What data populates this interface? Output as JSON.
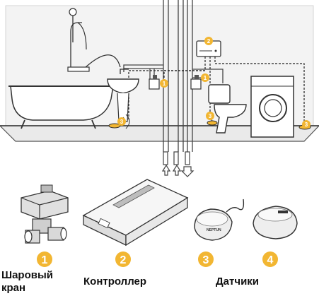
{
  "colors": {
    "accent": "#f2b632",
    "line": "#333333",
    "wall": "#f1f1f1",
    "floor": "#e8e8e8"
  },
  "icons": {
    "sensor_signal": "signal-waves-icon",
    "drain_arrow": "arrow-down-icon",
    "supply_arrow": "arrow-up-icon"
  },
  "schematic": {
    "markers": [
      "1",
      "1",
      "2",
      "3",
      "3",
      "3"
    ]
  },
  "legend": {
    "items": [
      {
        "number": "1",
        "label_line1": "Шаровый",
        "label_line2": "кран"
      },
      {
        "number": "2",
        "label_line1": "Контроллер",
        "label_line2": ""
      },
      {
        "number": "3",
        "label_line1": "Датчики",
        "label_line2": ""
      },
      {
        "number": "4",
        "label_line1": "",
        "label_line2": ""
      }
    ]
  },
  "product": {
    "sensor_brand": "NEPTUN"
  }
}
